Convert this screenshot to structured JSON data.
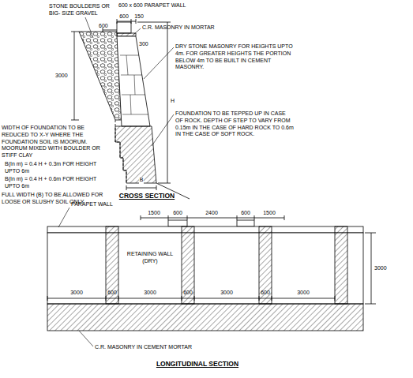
{
  "diagram": {
    "labels": [
      "STONE BOULDERS OR BIG- SIZE GRAVEL",
      "600 x 600 PARAPET WALL",
      "600",
      "150",
      "C.R. MASONRY IN MORTAR",
      "600",
      "300",
      "3000",
      "H",
      "B",
      "DRY STONE MASONRY FOR HEIGHTS UPTO 4m. FOR GREATER HEIGHTS THE PORTION BELOW 4m TO BE BUILT IN CEMENT MASONRY.",
      "WIDTH OF FOUNDATION TO BE REDUCED TO X-Y WHERE THE FOUNDATION SOIL IS MOORUM. MOORUM MIXED WITH BOULDER OR STIFF CLAY",
      "B(In m) = 0.4 H + 0.3m FOR HEIGHT UPTO 6m",
      "B(In m) = 0.4 H + 0.6m FOR HEIGHT UPTO 6m",
      "FULL WIDTH (B) TO BE ALLOWED FOR LOOSE OR SLUSHY SOIL ONLY",
      "FOUNDATION TO BE TEPPED UP IN CASE OF ROCK. DEPTH OF STEP TO VARY FROM 0.15m IN THE CASE OF HARD ROCK TO 0.6m IN THE CASE OF SOFT ROCK.",
      "CROSS SECTION",
      "PARAPET WALL",
      "1500",
      "600",
      "2400",
      "600",
      "1500",
      "RETAINING WALL (DRY)",
      "3000",
      "600",
      "3000",
      "600",
      "3000",
      "600",
      "3000",
      "3000",
      "C.R. MASONRY IN CEMENT MORTAR",
      "LONGITUDINAL SECTION"
    ]
  }
}
